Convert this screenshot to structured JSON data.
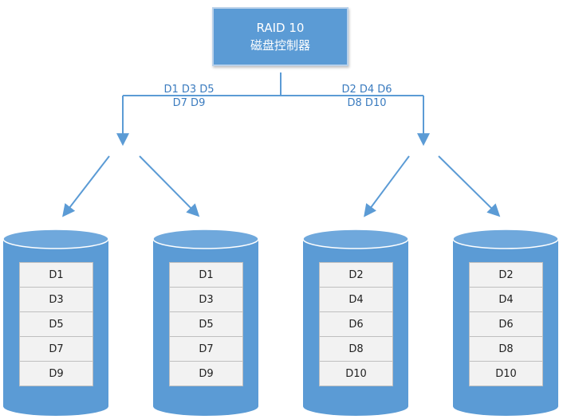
{
  "controller": {
    "title": "RAID 10",
    "subtitle": "磁盘控制器"
  },
  "splits": [
    {
      "line1": "D1 D3 D5",
      "line2": "D7 D9"
    },
    {
      "line1": "D2 D4 D6",
      "line2": "D8 D10"
    }
  ],
  "disks": [
    {
      "blocks": [
        "D1",
        "D3",
        "D5",
        "D7",
        "D9"
      ]
    },
    {
      "blocks": [
        "D1",
        "D3",
        "D5",
        "D7",
        "D9"
      ]
    },
    {
      "blocks": [
        "D2",
        "D4",
        "D6",
        "D8",
        "D10"
      ]
    },
    {
      "blocks": [
        "D2",
        "D4",
        "D6",
        "D8",
        "D10"
      ]
    }
  ],
  "colors": {
    "accent": "#5b9bd5",
    "arrow": "#5b9bd5",
    "label": "#3a7bbf"
  }
}
